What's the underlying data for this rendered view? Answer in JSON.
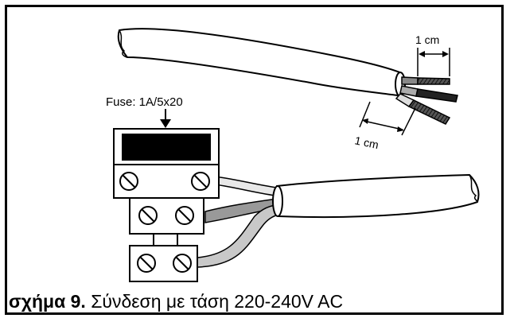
{
  "figure": {
    "fuse_label": "Fuse: 1A/5x20",
    "strip_length_top": "1 cm",
    "strip_length_bottom": "1 cm"
  },
  "caption": {
    "number": "σχήμα 9.",
    "text": "Σύνδεση με τάση 220-240V AC"
  }
}
